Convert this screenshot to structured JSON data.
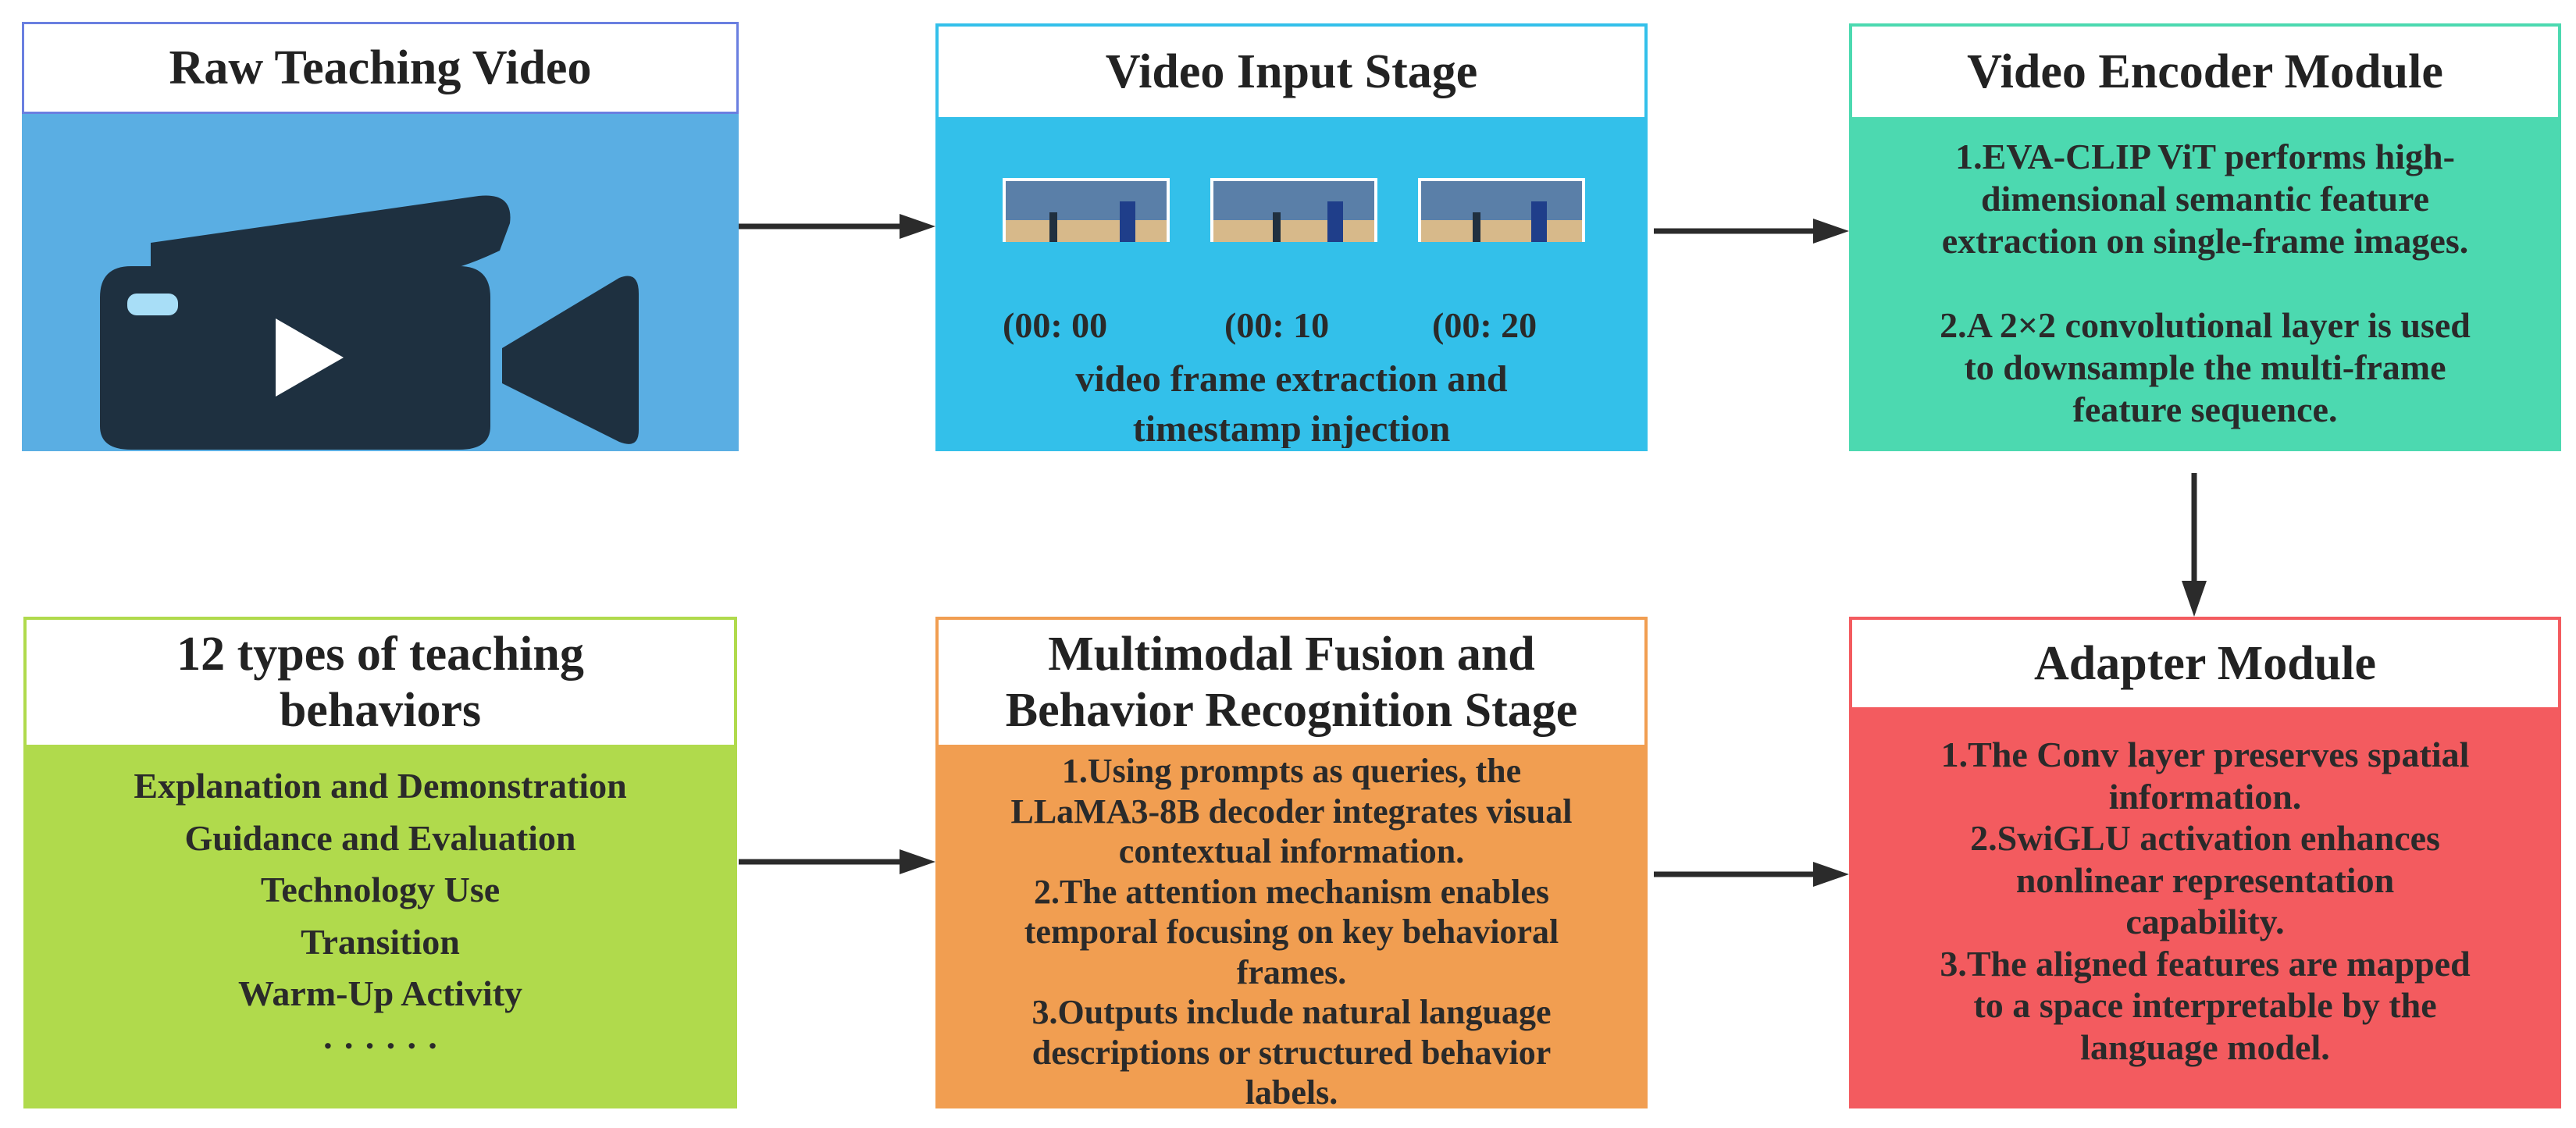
{
  "nodes": {
    "raw_video": {
      "title": "Raw Teaching Video",
      "icon": "video-camera-play-icon",
      "body_color": "#5aaee3",
      "border_color": "#6a7fe0"
    },
    "input_stage": {
      "title": "Video Input Stage",
      "frames": [
        {
          "timestamp": "(00:  00"
        },
        {
          "timestamp": "(00:  10"
        },
        {
          "timestamp": "(00:  20"
        }
      ],
      "caption_lines": [
        "video frame extraction and",
        "timestamp injection"
      ],
      "body_color": "#33c0ea"
    },
    "encoder": {
      "title": "Video Encoder Module",
      "paragraphs": [
        [
          "1.EVA-CLIP ViT performs high-",
          "dimensional semantic feature",
          "extraction on single-frame images."
        ],
        [
          "2.A 2×2 convolutional layer is used",
          "to downsample the multi-frame",
          "feature sequence."
        ]
      ],
      "body_color": "#4cd9b0"
    },
    "adapter": {
      "title": "Adapter Module",
      "lines": [
        "1.The Conv layer preserves spatial",
        "information.",
        "2.SwiGLU activation enhances",
        "nonlinear representation",
        "capability.",
        "3.The aligned features are mapped",
        "to a space interpretable by the",
        "language model."
      ],
      "body_color": "#f35b5f"
    },
    "fusion": {
      "title_lines": [
        "Multimodal Fusion and",
        "Behavior Recognition Stage"
      ],
      "lines": [
        "1.Using prompts as queries, the",
        "LLaMA3-8B decoder integrates visual",
        "contextual information.",
        "2.The attention mechanism enables",
        "temporal focusing on key behavioral",
        "frames.",
        "3.Outputs include natural language",
        "descriptions or structured behavior",
        "labels."
      ],
      "body_color": "#f19e51"
    },
    "behaviors": {
      "title_lines": [
        "12 types of teaching",
        "behaviors"
      ],
      "items": [
        "Explanation and Demonstration",
        "Guidance and Evaluation",
        "Technology Use",
        "Transition",
        "Warm-Up Activity",
        "· · · · · ·"
      ],
      "body_color": "#b0da4c"
    }
  }
}
